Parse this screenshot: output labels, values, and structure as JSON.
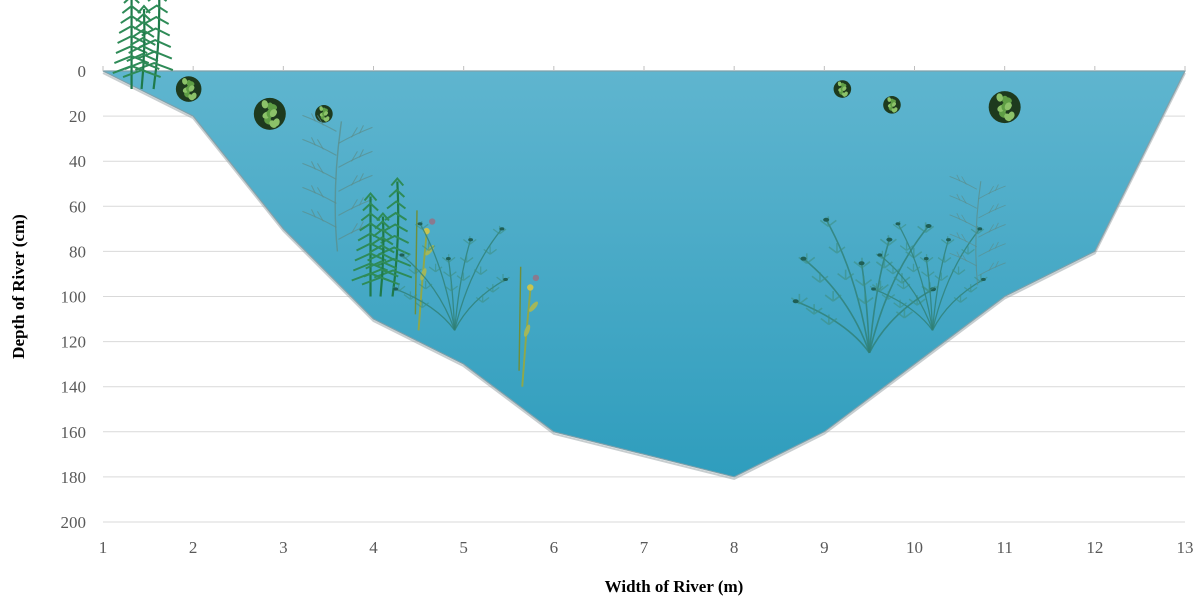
{
  "chart_data": {
    "type": "area",
    "title": "",
    "xlabel": "Width of River (m)",
    "ylabel": "Depth of River (cm)",
    "x": [
      1,
      2,
      3,
      4,
      5,
      6,
      7,
      8,
      9,
      10,
      11,
      12,
      13
    ],
    "x_ticks": [
      "1",
      "2",
      "3",
      "4",
      "5",
      "6",
      "7",
      "8",
      "9",
      "10",
      "11",
      "12",
      "13"
    ],
    "y_ticks": [
      "0",
      "20",
      "40",
      "60",
      "80",
      "100",
      "120",
      "140",
      "160",
      "180",
      "200"
    ],
    "xlim": [
      1,
      13
    ],
    "ylim": [
      0,
      200
    ],
    "y_inverted": true,
    "grid": true,
    "series": [
      {
        "values": [
          0,
          20,
          70,
          110,
          130,
          160,
          170,
          180,
          160,
          130,
          100,
          80,
          0
        ],
        "color": "#3da8c4"
      }
    ],
    "illustrations": [
      {
        "kind": "hornwort-plant",
        "x": 1.45,
        "depth": 8,
        "size": "large"
      },
      {
        "kind": "duckweed-clump",
        "x": 1.95,
        "depth": 8,
        "size": "medium"
      },
      {
        "kind": "duckweed-clump",
        "x": 2.85,
        "depth": 19,
        "size": "large"
      },
      {
        "kind": "duckweed-clump",
        "x": 3.45,
        "depth": 19,
        "size": "small"
      },
      {
        "kind": "feathery-plant",
        "x": 3.6,
        "depth": 80,
        "size": "large"
      },
      {
        "kind": "hornwort-plant",
        "x": 4.1,
        "depth": 100,
        "size": "large"
      },
      {
        "kind": "flowering-stem",
        "x": 4.5,
        "depth": 115,
        "size": "medium"
      },
      {
        "kind": "fan-plant",
        "x": 4.9,
        "depth": 115,
        "size": "medium"
      },
      {
        "kind": "flowering-stem",
        "x": 5.65,
        "depth": 140,
        "size": "medium"
      },
      {
        "kind": "duckweed-clump",
        "x": 9.2,
        "depth": 8,
        "size": "small"
      },
      {
        "kind": "duckweed-clump",
        "x": 9.75,
        "depth": 15,
        "size": "small"
      },
      {
        "kind": "duckweed-clump",
        "x": 11.0,
        "depth": 16,
        "size": "large"
      },
      {
        "kind": "fan-plant",
        "x": 9.5,
        "depth": 125,
        "size": "large"
      },
      {
        "kind": "fan-plant",
        "x": 10.2,
        "depth": 115,
        "size": "medium"
      },
      {
        "kind": "feathery-plant",
        "x": 10.7,
        "depth": 95,
        "size": "medium"
      }
    ]
  }
}
